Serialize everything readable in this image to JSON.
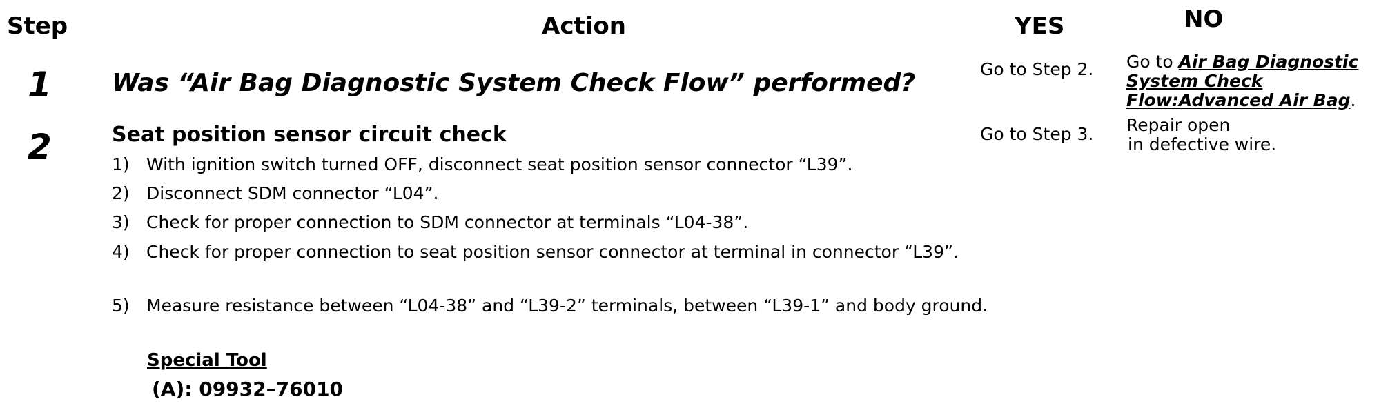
{
  "header": {
    "step": "Step",
    "action": "Action",
    "yes": "YES",
    "no": "NO"
  },
  "rows": [
    {
      "number": "1",
      "action_title": "Was “Air Bag Diagnostic System Check Flow” performed?",
      "yes": "Go to Step 2.",
      "no_prefix": "Go to ",
      "no_link_line1": "Air Bag Diagnostic",
      "no_link_line2": "System Check",
      "no_link_line3": "Flow:Advanced Air Bag",
      "no_suffix": "."
    },
    {
      "number": "2",
      "action_title": "Seat position sensor circuit check",
      "steps": [
        {
          "num": "1)",
          "text": "With ignition switch turned OFF, disconnect seat position sensor connector “L39”."
        },
        {
          "num": "2)",
          "text": "Disconnect SDM connector “L04”."
        },
        {
          "num": "3)",
          "text": "Check for proper connection to SDM connector at terminals “L04-38”."
        },
        {
          "num": "4)",
          "text": "Check for proper connection to seat position sensor connector at terminal in connector “L39”."
        },
        {
          "num": "5)",
          "text": "Measure resistance between “L04-38” and “L39-2” terminals, between “L39-1” and body ground."
        }
      ],
      "special_tool_label": "Special Tool",
      "special_tool_value": "(A): 09932–76010",
      "yes": "Go to Step 3.",
      "no_line1": "Repair open",
      "no_line2": "in defective wire."
    }
  ]
}
